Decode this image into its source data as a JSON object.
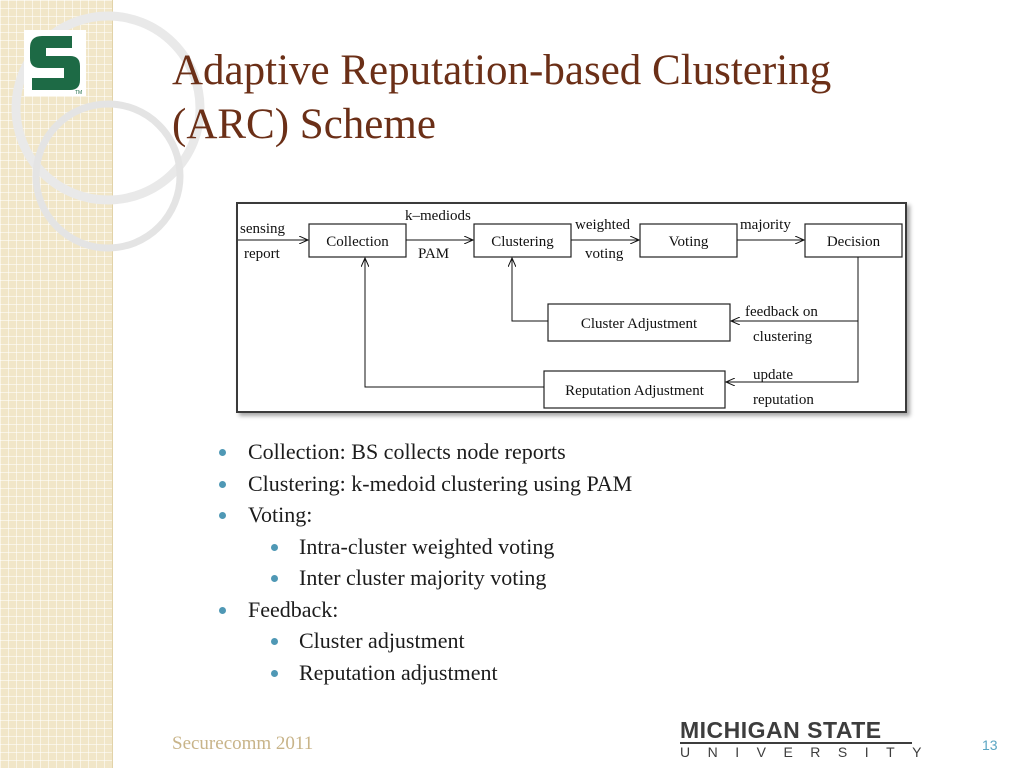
{
  "slide": {
    "title_line1": "Adaptive Reputation-based Clustering",
    "title_line2": "(ARC) Scheme",
    "footer_left": "Securecomm 2011",
    "page_number": "13",
    "university_line1": "MICHIGAN STATE",
    "university_line2": "UNIVERSITY",
    "logo_letter": "S",
    "logo_mark": "TM"
  },
  "diagram": {
    "nodes": {
      "collection": "Collection",
      "clustering": "Clustering",
      "voting": "Voting",
      "decision": "Decision",
      "cluster_adjustment": "Cluster Adjustment",
      "reputation_adjustment": "Reputation Adjustment"
    },
    "edge_labels": {
      "sensing": "sensing",
      "report": "report",
      "k_mediods": "k–mediods",
      "pam": "PAM",
      "weighted": "weighted",
      "voting": "voting",
      "majority": "majority",
      "feedback_on": "feedback on",
      "clustering": "clustering",
      "update": "update",
      "reputation": "reputation"
    }
  },
  "bullets": [
    {
      "level": 1,
      "text": "Collection: BS collects node reports"
    },
    {
      "level": 1,
      "text": "Clustering: k-medoid clustering using PAM"
    },
    {
      "level": 1,
      "text": "Voting:"
    },
    {
      "level": 2,
      "text": "Intra-cluster weighted voting"
    },
    {
      "level": 2,
      "text": "Inter cluster majority voting"
    },
    {
      "level": 1,
      "text": "Feedback:"
    },
    {
      "level": 2,
      "text": "Cluster adjustment"
    },
    {
      "level": 2,
      "text": "Reputation adjustment"
    }
  ],
  "colors": {
    "title": "#6b2f17",
    "bullet_dot": "#4f98b5",
    "logo_green": "#1d6a45",
    "band": "#f1e6c8"
  }
}
